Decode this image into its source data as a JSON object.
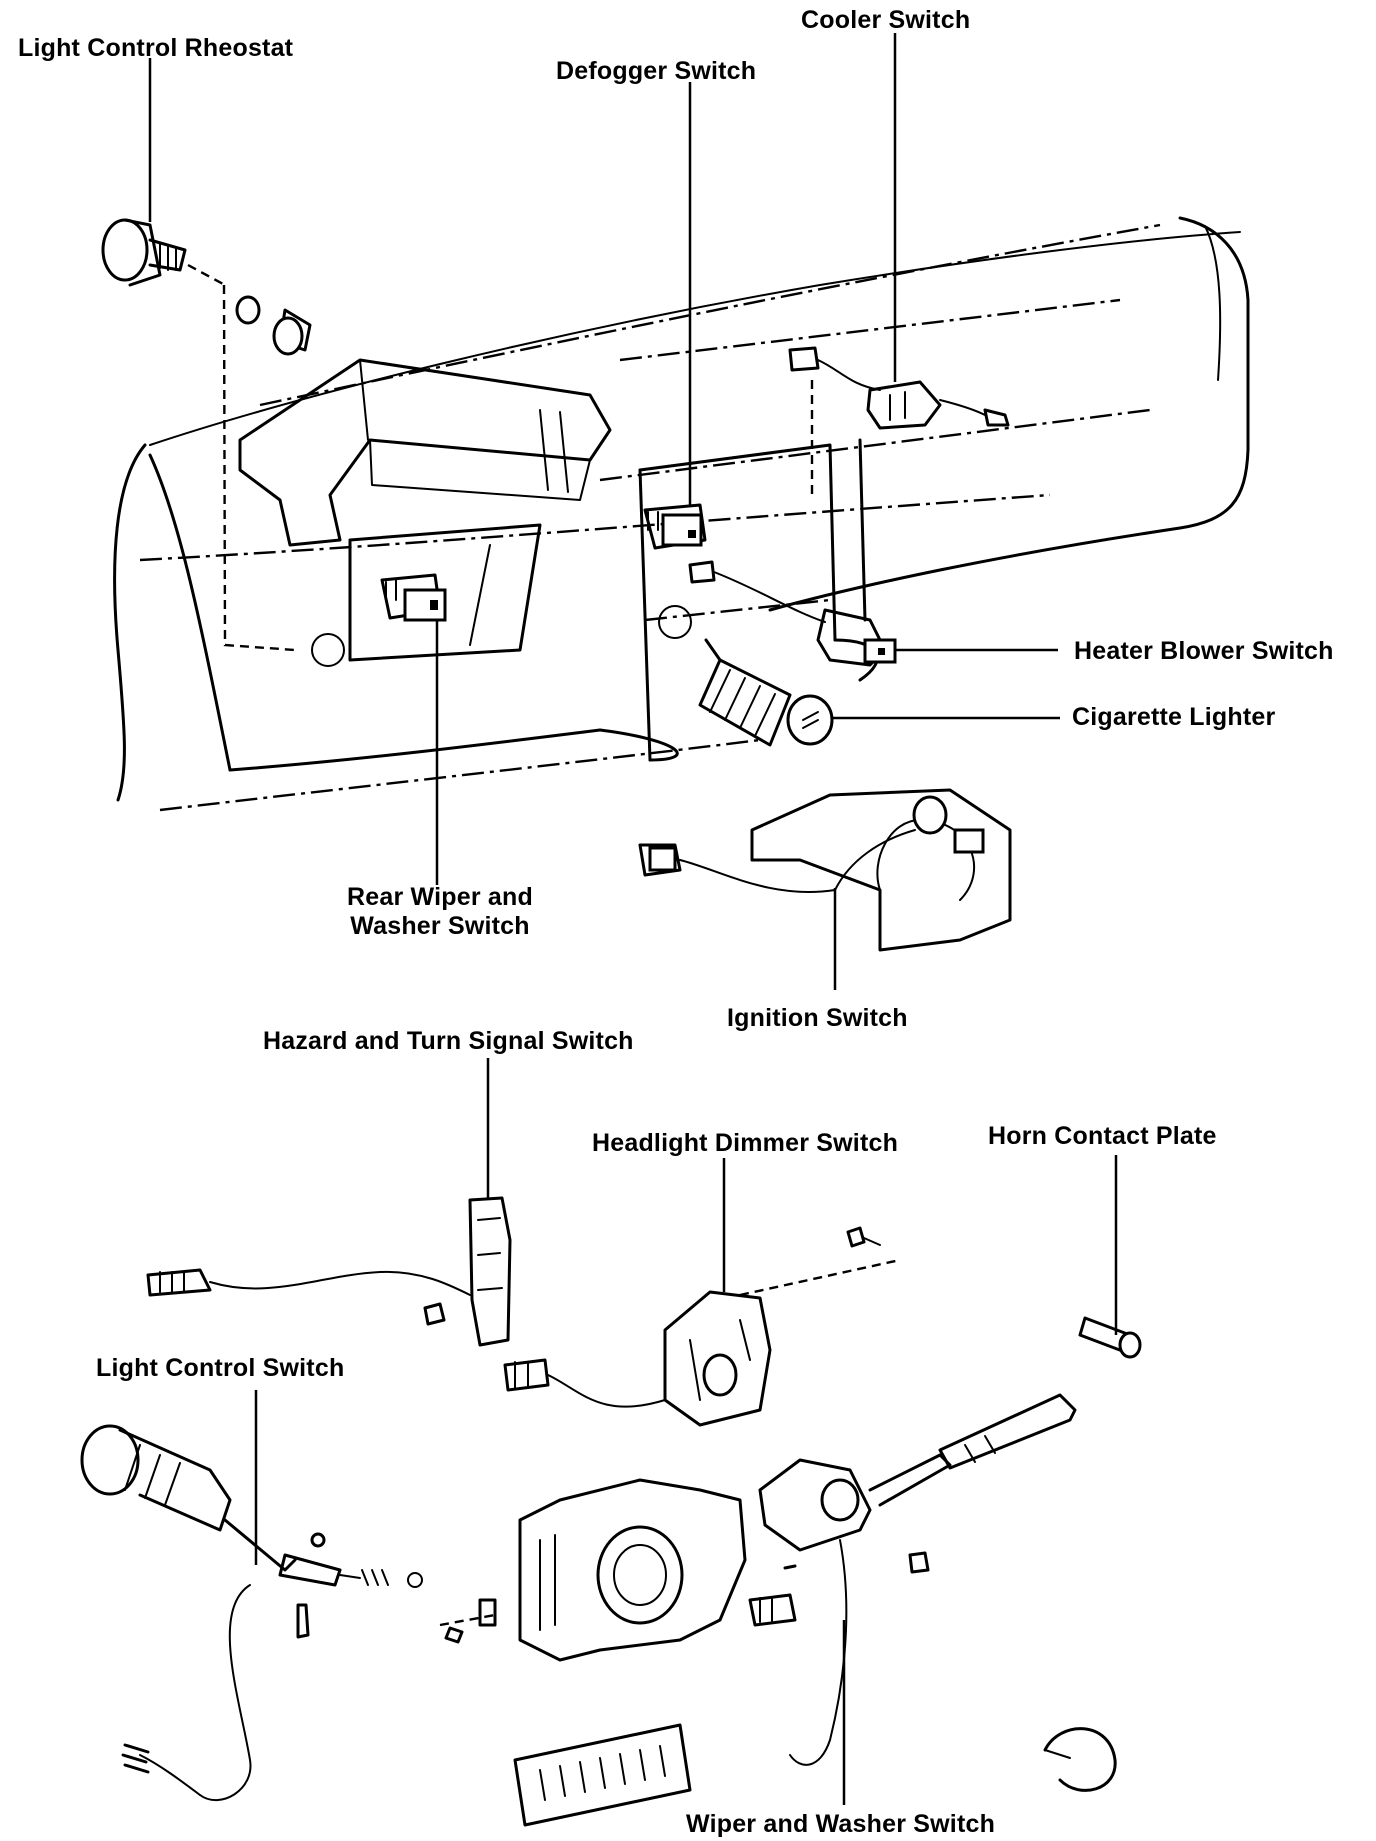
{
  "labels": {
    "light_control_rheostat": "Light Control Rheostat",
    "defogger_switch": "Defogger Switch",
    "cooler_switch": "Cooler Switch",
    "heater_blower_switch": "Heater Blower Switch",
    "cigarette_lighter": "Cigarette Lighter",
    "rear_wiper_line1": "Rear Wiper and",
    "rear_wiper_line2": "Washer Switch",
    "ignition_switch": "Ignition Switch",
    "hazard_turn_signal_switch": "Hazard and Turn Signal Switch",
    "headlight_dimmer_switch": "Headlight Dimmer Switch",
    "horn_contact_plate": "Horn Contact Plate",
    "light_control_switch": "Light Control Switch",
    "wiper_washer_switch": "Wiper and Washer Switch"
  }
}
